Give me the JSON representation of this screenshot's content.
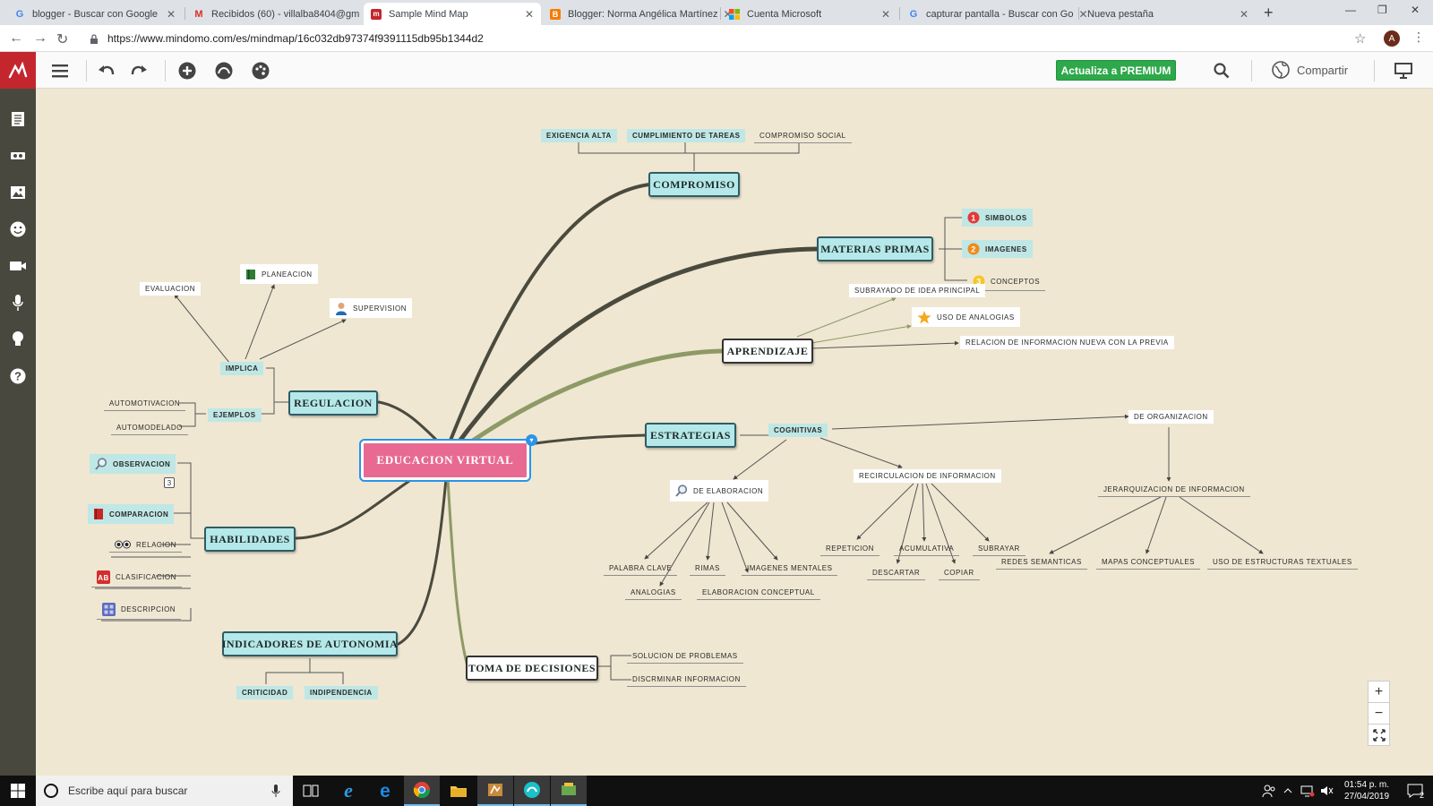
{
  "browser": {
    "tabs": [
      {
        "label": "blogger - Buscar con Google",
        "icon": "google-icon",
        "color": "#4285f4"
      },
      {
        "label": "Recibidos (60) - villalba8404@gm",
        "icon": "gmail-icon",
        "color": "#d93025"
      },
      {
        "label": "Sample Mind Map",
        "icon": "mindomo-icon",
        "color": "#c4262e"
      },
      {
        "label": "Blogger: Norma Angélica Martínez",
        "icon": "blogger-icon",
        "color": "#f57c00"
      },
      {
        "label": "Cuenta Microsoft",
        "icon": "microsoft-icon",
        "color": "#00a4ef"
      },
      {
        "label": "capturar pantalla - Buscar con Go",
        "icon": "google-icon",
        "color": "#4285f4"
      },
      {
        "label": "Nueva pestaña",
        "icon": "",
        "color": ""
      }
    ],
    "url": "https://www.mindomo.com/es/mindmap/16c032db97374f9391115db95b1344d2",
    "account_initial": "A"
  },
  "toolbar": {
    "premium_label": "Actualiza a PREMIUM",
    "share_label": "Compartir",
    "accent": "#2ea84a"
  },
  "mindmap": {
    "central": "EDUCACION VIRTUAL",
    "main": {
      "compromiso": "COMPROMISO",
      "materias": "MATERIAS PRIMAS",
      "aprendizaje": "APRENDIZAJE",
      "estrategias": "ESTRATEGIAS",
      "regulacion": "REGULACION",
      "habilidades": "HABILIDADES",
      "indicadores": "INDICADORES DE AUTONOMIA",
      "toma": "TOMA DE DECISIONES"
    },
    "sub": {
      "exigencia": "EXIGENCIA ALTA",
      "cumplimiento": "CUMPLIMIENTO DE TAREAS",
      "social": "COMPROMISO SOCIAL",
      "simbolos": "SIMBOLOS",
      "imagenes": "IMAGENES",
      "conceptos": "CONCEPTOS",
      "subrayado_idea": "SUBRAYADO DE IDEA PRINCIPAL",
      "analogias_uso": "USO DE ANALOGIAS",
      "relacion_info": "RELACION DE INFORMACION NUEVA CON LA PREVIA",
      "evaluacion": "EVALUACION",
      "planeacion": "PLANEACION",
      "supervision": "SUPERVISION",
      "implica": "IMPLICA",
      "automotivacion": "AUTOMOTIVACION",
      "automodelado": "AUTOMODELADO",
      "ejemplos": "EJEMPLOS",
      "observacion": "OBSERVACION",
      "observacion_count": "3",
      "comparacion": "COMPARACION",
      "relacion": "RELACION",
      "clasificacion": "CLASIFICACION",
      "descripcion": "DESCRIPCION",
      "criticidad": "CRITICIDAD",
      "independencia": "INDIPENDENCIA",
      "solucion": "SOLUCION DE PROBLEMAS",
      "discriminar": "DISCRMINAR INFORMACION",
      "cognitivas": "COGNITIVAS",
      "organizacion": "DE ORGANIZACION",
      "recirculacion": "RECIRCULACION DE INFORMACION",
      "elaboracion": "DE ELABORACION",
      "jerarquizacion": "JERARQUIZACION DE INFORMACION",
      "palabra_clave": "PALABRA CLAVE",
      "rimas": "RIMAS",
      "imagenes_mentales": "IMAGENES MENTALES",
      "analogias": "ANALOGIAS",
      "elaboracion_conceptual": "ELABORACION CONCEPTUAL",
      "repeticion": "REPETICION",
      "acumulativa": "ACUMULATIVA",
      "subrayar": "SUBRAYAR",
      "descartar": "DESCARTAR",
      "copiar": "COPIAR",
      "redes": "REDES SEMANTICAS",
      "mapas": "MAPAS CONCEPTUALES",
      "estructuras": "USO DE ESTRUCTURAS TEXTUALES"
    },
    "priority": [
      "1",
      "2",
      "3"
    ]
  },
  "taskbar": {
    "search_placeholder": "Escribe aquí para buscar",
    "time": "01:54 p. m.",
    "date": "27/04/2019",
    "notif_count": "2"
  }
}
